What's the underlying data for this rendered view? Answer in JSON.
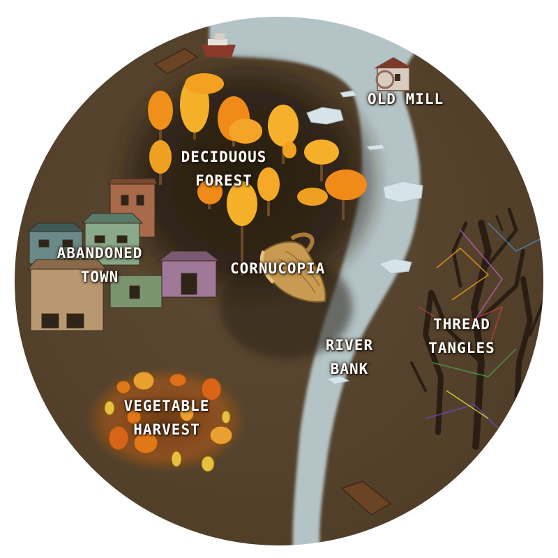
{
  "map": {
    "colors": {
      "ground": "#5a4630",
      "river": "#b4c3c6",
      "forest_shadow": "#2c2114",
      "foliage": "#f0a020",
      "pumpkin": "#e07818",
      "text": "#ffffff"
    },
    "regions": {
      "old_mill": [
        "OLD MILL"
      ],
      "deciduous_forest": [
        "DECIDUOUS",
        "FOREST"
      ],
      "abandoned_town": [
        "ABANDONED",
        "TOWN"
      ],
      "cornucopia": [
        "CORNUCOPIA"
      ],
      "river_bank": [
        "RIVER",
        "BANK"
      ],
      "thread_tangles": [
        "THREAD",
        "TANGLES"
      ],
      "vegetable_harvest": [
        "VEGETABLE",
        "HARVEST"
      ]
    },
    "icons": [
      "mill-icon",
      "boat-icon",
      "dock-icon",
      "tree-icon",
      "house-icon",
      "cornucopia-icon",
      "pumpkin-icon",
      "gourd-icon",
      "dead-tree-icon",
      "ice-floe-icon"
    ]
  }
}
